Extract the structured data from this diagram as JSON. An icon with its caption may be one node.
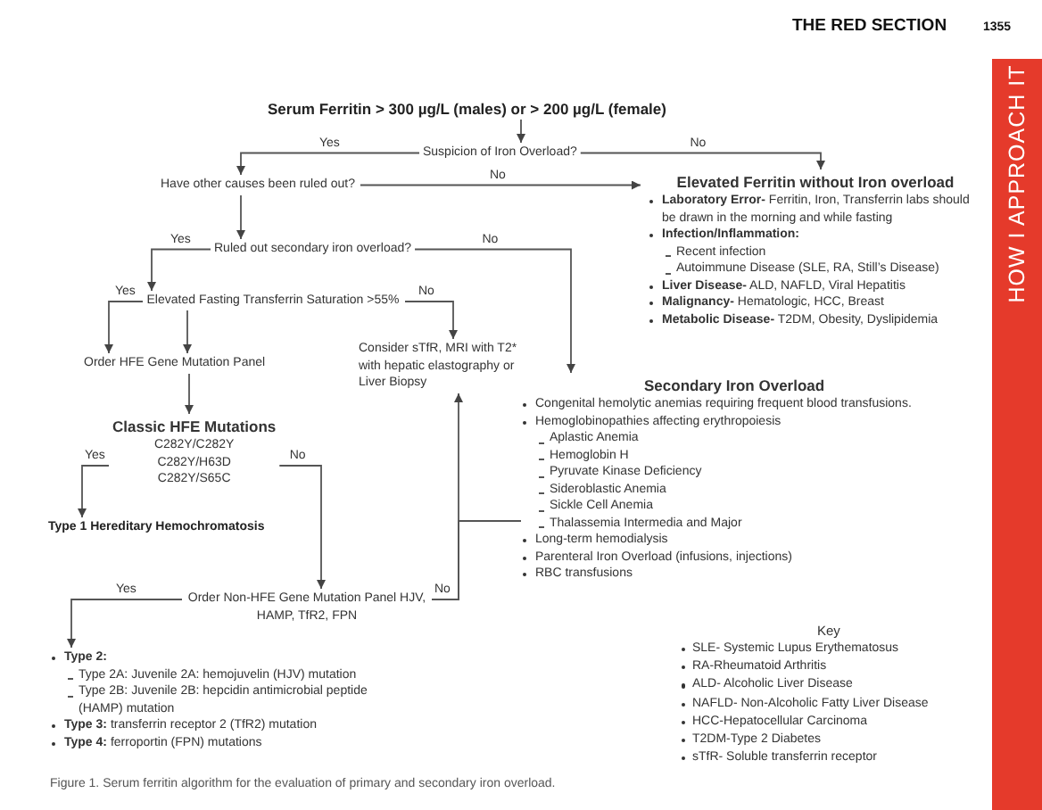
{
  "diagram": {
    "caption": "Figure 1. Serum ferritin algorithm for the evaluation of primary and secondary iron overload.",
    "nodes": [
      {
        "text": [
          "Serum Ferritin > 300 µg/L (males) or > 200 µg/L (female)"
        ]
      },
      {
        "text": [
          "Suspicion of Iron Overload?"
        ]
      },
      {
        "text": [
          "Have other causes been ruled out?"
        ]
      },
      {
        "text": [
          "Elevated Ferritin without Iron overload",
          "**Laboratory Error-** Ferritin, Iron, Transferrin labs should be drawn in the morning and while fasting",
          "**Infection/Inflammation:**",
          "Recent infection",
          "Autoimmune Disease (SLE, RA, Still’s Disease)",
          "**Liver Disease-** ALD, NAFLD, Viral Hepatitis",
          "**Malignancy-** Hematologic, HCC, Breast",
          "**Metabolic Disease-** T2DM, Obesity, Dyslipidemia"
        ]
      },
      {
        "text": [
          "Ruled out secondary iron overload?"
        ]
      },
      {
        "text": [
          "Elevated Fasting Transferrin Saturation >55%"
        ]
      },
      {
        "text": [
          "Order HFE Gene Mutation Panel"
        ]
      },
      {
        "text": [
          "Consider sTfR, MRI with T2* with hepatic elastography or Liver Biopsy"
        ]
      },
      {
        "text": [
          "Secondary Iron Overload",
          "Congenital hemolytic anemias requiring frequent blood transfusions.",
          "Hemoglobinopathies affecting erythropoiesis",
          "Aplastic Anemia",
          "Hemoglobin H",
          "Pyruvate Kinase Deficiency",
          "Sideroblastic Anemia",
          "Sickle Cell Anemia",
          "Thalassemia Intermedia and Major",
          "Long-term hemodialysis",
          "Parenteral Iron Overload (infusions, injections)",
          "RBC transfusions"
        ]
      },
      {
        "text": [
          "Classic HFE Mutations",
          "C282Y/C282Y",
          "C282Y/H63D",
          "C282Y/S65C"
        ]
      },
      {
        "text": [
          "Type 1 Hereditary Hemochromatosis"
        ]
      },
      {
        "text": [
          "Order Non-HFE Gene Mutation Panel HJV, HAMP, TfR2, FPN"
        ]
      },
      {
        "text": [
          "**Type 2:**",
          "Type 2A: Juvenile 2A: hemojuvelin (HJV) mutation",
          "Type 2B: Juvenile 2B: hepcidin antimicrobial peptide (HAMP) mutation",
          "**Type 3:** transferrin receptor 2 (TfR2) mutation",
          "**Type 4:** ferroportin (FPN) mutations"
        ]
      }
    ],
    "edges": [
      {
        "from": 0,
        "to": 1,
        "arrow": "to"
      },
      {
        "from": 1,
        "to": 2,
        "arrow": "to",
        "label": "Yes"
      },
      {
        "from": 1,
        "to": 3,
        "arrow": "to",
        "label": "No"
      },
      {
        "from": 2,
        "to": 3,
        "arrow": "to",
        "label": "No"
      },
      {
        "from": 2,
        "to": 4,
        "arrow": "to"
      },
      {
        "from": 4,
        "to": 5,
        "arrow": "to",
        "label": "Yes"
      },
      {
        "from": 4,
        "to": 8,
        "arrow": "to",
        "label": "No"
      },
      {
        "from": 5,
        "to": 6,
        "arrow": "to",
        "label": "Yes"
      },
      {
        "from": 5,
        "to": 6,
        "arrow": "to"
      },
      {
        "from": 5,
        "to": 7,
        "arrow": "to",
        "label": "No"
      },
      {
        "from": 6,
        "to": 9,
        "arrow": "to"
      },
      {
        "from": 9,
        "to": 10,
        "arrow": "to",
        "label": "Yes"
      },
      {
        "from": 9,
        "to": 11,
        "arrow": "to",
        "label": "No"
      },
      {
        "from": 11,
        "to": 12,
        "arrow": "to",
        "label": "Yes"
      },
      {
        "from": 11,
        "to": 7,
        "arrow": "to",
        "label": "No"
      },
      {
        "from": 11,
        "to": 8,
        "arrow": "none"
      }
    ],
    "labels": [
      "THE RED SECTION",
      "1355",
      "HOW I APPROACH IT",
      "Key",
      "SLE- Systemic Lupus Erythematosus",
      "RA-Rheumatoid Arthritis",
      "ALD- Alcoholic Liver Disease",
      "NAFLD- Non-Alcoholic Fatty Liver Disease",
      "HCC-Hepatocellular Carcinoma",
      "T2DM-Type 2 Diabetes",
      "sTfR- Soluble transferrin receptor"
    ]
  }
}
